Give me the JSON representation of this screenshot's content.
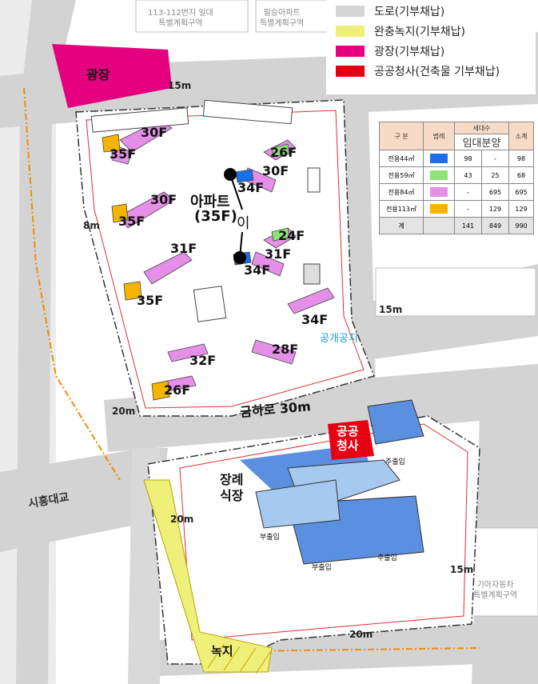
{
  "legend": [
    {
      "label": "도로(기부채납)",
      "color": "#d6d6d6"
    },
    {
      "label": "완충녹지(기부채납)",
      "color": "#eef07a"
    },
    {
      "label": "광장(기부채납)",
      "color": "#e4007f"
    },
    {
      "label": "공공청사(건축물 기부채납)",
      "color": "#e60012"
    }
  ],
  "map_labels": {
    "area_top_left": "113-112번지 일대\n특별계획구역",
    "area_top_right": "필승아파트\n특별계획구역",
    "area_bottom_right": "기아자동차\n특별계획구역",
    "plaza": "광장",
    "apartment": "아파트",
    "apartment_floors": "(35F)",
    "pointer_mark": "이",
    "open_space": "공개공지",
    "public_office": "공공\n청사",
    "funeral_hall": "장례\n식장",
    "green": "녹지",
    "road_main": "금하로 30m",
    "road_west": "시흥대교",
    "entrance_1": "주출입",
    "entrance_2": "부출입",
    "entrance_3": "주출입",
    "entrance_4": "부출입",
    "road_widths": {
      "w15_top": "15m",
      "w8": "8m",
      "w15_right": "15m",
      "w20_left": "20m",
      "w20_mid": "20m",
      "w15_bottom": "15m",
      "w20_bottom": "20m"
    }
  },
  "floors": [
    "30F",
    "35F",
    "26F",
    "30F",
    "34F",
    "30F",
    "35F",
    "24F",
    "31F",
    "34F",
    "31F",
    "35F",
    "34F",
    "28F",
    "32F",
    "26F"
  ],
  "table": {
    "headers": {
      "category": "구 분",
      "legend": "범례",
      "households": "세대수",
      "presale": "임대분양",
      "subtotal": "소계"
    },
    "rows": [
      {
        "type": "전용44㎡",
        "color": "#1a6fe8",
        "a": "98",
        "b": "-",
        "total": "98"
      },
      {
        "type": "전용59㎡",
        "color": "#8fe37a",
        "a": "43",
        "b": "25",
        "total": "68"
      },
      {
        "type": "전용84㎡",
        "color": "#e58fe8",
        "a": "-",
        "b": "695",
        "total": "695"
      },
      {
        "type": "전용113㎡",
        "color": "#f4b400",
        "a": "-",
        "b": "129",
        "total": "129"
      }
    ],
    "total_row": {
      "type": "계",
      "a": "141",
      "b": "849",
      "total": "990"
    }
  }
}
